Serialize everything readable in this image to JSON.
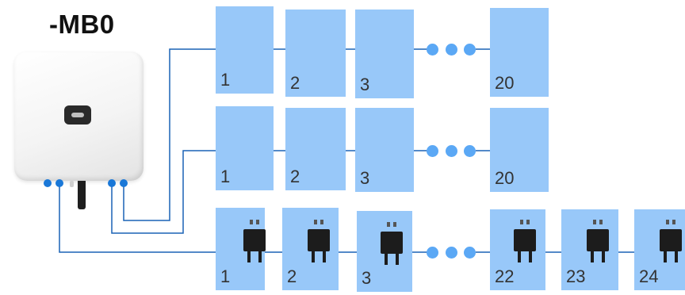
{
  "title": "-MB0",
  "strings": [
    {
      "panels": [
        "1",
        "2",
        "3",
        "20"
      ]
    },
    {
      "panels": [
        "1",
        "2",
        "3",
        "20"
      ]
    },
    {
      "panels": [
        "1",
        "2",
        "3",
        "22",
        "23",
        "24"
      ]
    }
  ],
  "colors": {
    "panel": "#98c8f9",
    "wire": "#1a62b5",
    "dot": "#1a78d8",
    "optimizer": "#1c1c1c"
  }
}
